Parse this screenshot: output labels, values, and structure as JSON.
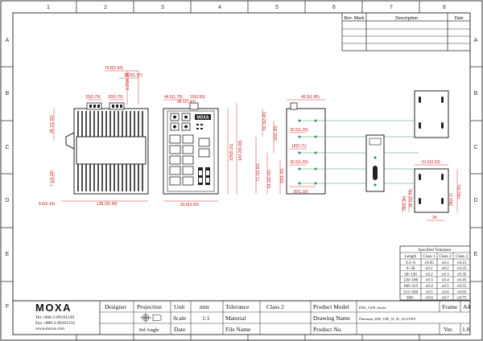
{
  "grid": {
    "columns": [
      "1",
      "2",
      "3",
      "4",
      "5",
      "6",
      "7",
      "8"
    ],
    "rows": [
      "A",
      "B",
      "C",
      "D",
      "E",
      "F"
    ]
  },
  "revision_table": {
    "headers": [
      "Rev. Mark",
      "Description",
      "Date"
    ]
  },
  "dimensions": {
    "front": {
      "width_top": "74.8(2.94)",
      "dim_a": "20(0.79)",
      "dim_b": "20(0.79)",
      "dim_c": "39.8(1.57)",
      "dim_d": "9.25(0.36)",
      "height_left": "38.7(1.52)",
      "small_left": "7.1(0.28)",
      "bottom_left": "8.6(0.34)",
      "bottom_width": "138.2(5.44)"
    },
    "side": {
      "top_left": "44.5(1.75)",
      "top_right": "36.1(1.42)",
      "top_mid": "15(0.59)",
      "height_a": "135(5.31)",
      "height_b": "144.2(5.68)",
      "bottom_width": "93.8(3.69)"
    },
    "rear": {
      "top": "46.9(1.85)",
      "h1": "52.3(2.06)",
      "h2": "33(1.30)",
      "h3": "71.7(2.82)",
      "h4": "61.2(2.41)",
      "h5": "33(1.30)",
      "v1": "30.5(1.20)",
      "v2": "30.5(1.20)",
      "v3": "30.5(1.20)",
      "mid": "18(0.71)",
      "bottom": "30(1.18)"
    },
    "din": {
      "width": "51.6(2.03)",
      "h_a": "74(2.91)",
      "h_b": "36.5(1.44)",
      "h_c": "28(1.1)",
      "h_d": "35(1.38)",
      "bottom": "34"
    }
  },
  "device_label": "MOXA",
  "tolerance_table": {
    "title": "Specified Tolerance",
    "headers": [
      "Length",
      "Class 1",
      "Class 2",
      "Class 3"
    ],
    "rows": [
      [
        "0.5~6",
        "±0.05",
        "±0.1",
        "±0.15"
      ],
      [
        "6~30",
        "±0.1",
        "±0.2",
        "±0.25"
      ],
      [
        "30~120",
        "±0.2",
        "±0.3",
        "±0.35"
      ],
      [
        "120~180",
        "±0.3",
        "±0.4",
        "±0.45"
      ],
      [
        "180~315",
        "±0.4",
        "±0.5",
        "±0.55"
      ],
      [
        "315~500",
        "±0.5",
        "±0.6",
        "±0.65"
      ],
      [
        "500~",
        "±0.6",
        "±0.7",
        "±0.75"
      ]
    ]
  },
  "title_block": {
    "logo": "MOXA",
    "contact": [
      "Tel.+886-2-89191230",
      "Fax.+886-2-89191231",
      "www.moxa.com"
    ],
    "designer_label": "Designer",
    "projection_label": "Projection",
    "projection_value": "3rd Angle",
    "unit_label": "Unit",
    "unit_value": "mm",
    "scale_label": "Scale",
    "scale_value": "1:1",
    "date_label": "Date",
    "tolerance_label": "Tolerance",
    "tolerance_value": "Class 2",
    "material_label": "Material",
    "filename_label": "File Name",
    "product_model_label": "Product Model",
    "product_model_value": "EDS_510E_Series",
    "drawing_name_label": "Drawing Name",
    "drawing_name_value": "Dimension_EDS_510E_3S_SC_ACOTATP",
    "product_no_label": "Product No.",
    "frame_label": "Frame",
    "frame_value": "A4",
    "ver_label": "Ver.",
    "ver_value": "1.0"
  }
}
